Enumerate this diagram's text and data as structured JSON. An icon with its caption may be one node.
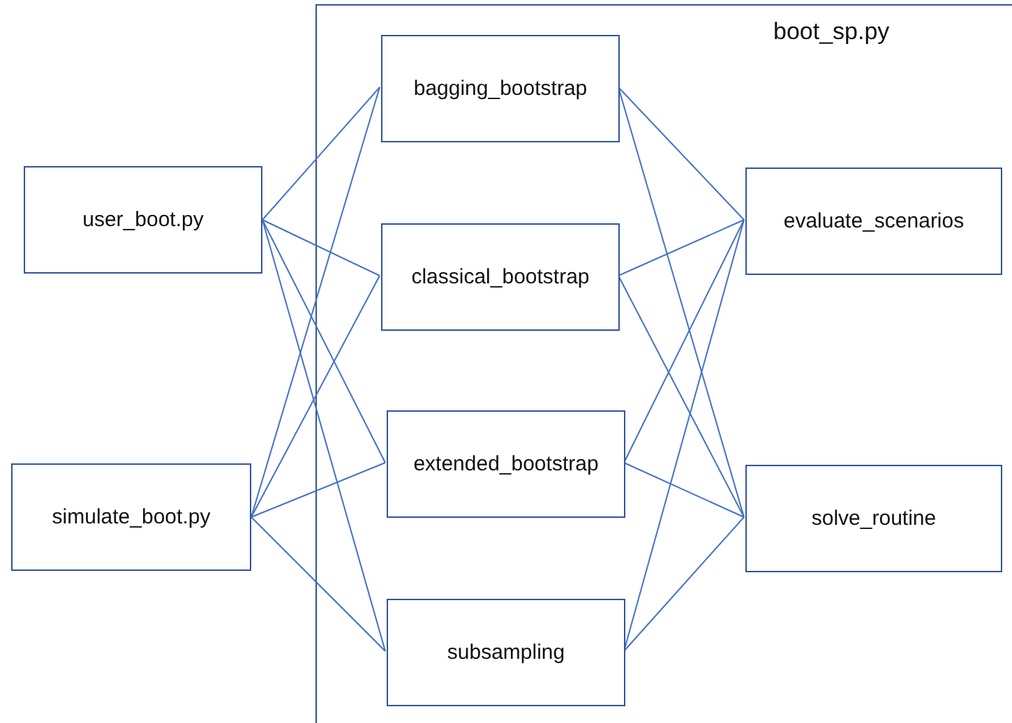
{
  "diagram": {
    "nodes": [
      {
        "text": [
          "user_boot.py"
        ]
      },
      {
        "text": [
          "simulate_boot.py"
        ]
      },
      {
        "text": [
          "boot_sp.py"
        ]
      },
      {
        "text": [
          "bagging_bootstrap"
        ],
        "in": 2
      },
      {
        "text": [
          "classical_bootstrap"
        ],
        "in": 2
      },
      {
        "text": [
          "extended_bootstrap"
        ],
        "in": 2
      },
      {
        "text": [
          "subsampling"
        ],
        "in": 2
      },
      {
        "text": [
          "evaluate_scenarios"
        ],
        "in": 2
      },
      {
        "text": [
          "solve_routine"
        ],
        "in": 2
      }
    ],
    "edges": [
      {
        "from": 0,
        "to": 3,
        "arrow": "none"
      },
      {
        "from": 0,
        "to": 4,
        "arrow": "none"
      },
      {
        "from": 0,
        "to": 5,
        "arrow": "none"
      },
      {
        "from": 0,
        "to": 6,
        "arrow": "none"
      },
      {
        "from": 1,
        "to": 3,
        "arrow": "none"
      },
      {
        "from": 1,
        "to": 4,
        "arrow": "none"
      },
      {
        "from": 1,
        "to": 5,
        "arrow": "none"
      },
      {
        "from": 1,
        "to": 6,
        "arrow": "none"
      },
      {
        "from": 3,
        "to": 7,
        "arrow": "none"
      },
      {
        "from": 3,
        "to": 8,
        "arrow": "none"
      },
      {
        "from": 4,
        "to": 7,
        "arrow": "none"
      },
      {
        "from": 4,
        "to": 8,
        "arrow": "none"
      },
      {
        "from": 5,
        "to": 7,
        "arrow": "none"
      },
      {
        "from": 5,
        "to": 8,
        "arrow": "none"
      },
      {
        "from": 6,
        "to": 7,
        "arrow": "none"
      },
      {
        "from": 6,
        "to": 8,
        "arrow": "none"
      }
    ]
  }
}
